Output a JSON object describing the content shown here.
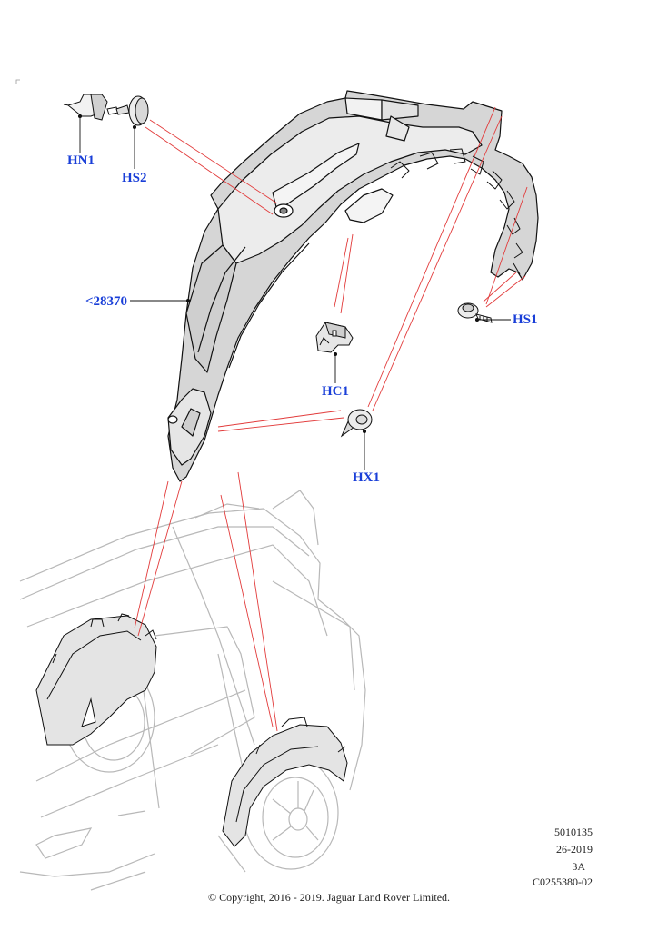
{
  "callouts": {
    "hn1": "HN1",
    "hs2": "HS2",
    "part_number": "<28370",
    "hc1": "HC1",
    "hx1": "HX1",
    "hs1": "HS1"
  },
  "meta": {
    "code": "5010135",
    "date": "26-2019",
    "variant": "3A",
    "image_ref": "C0255380-02"
  },
  "copyright": "© Copyright, 2016 - 2019. Jaguar Land Rover Limited.",
  "colors": {
    "callout": "#1a3fd8",
    "leader_red": "#e23b3b",
    "line": "#111111",
    "shade_dark": "#d4d4d4",
    "shade_light": "#ebebeb",
    "car_outline": "#b8b8b8"
  }
}
